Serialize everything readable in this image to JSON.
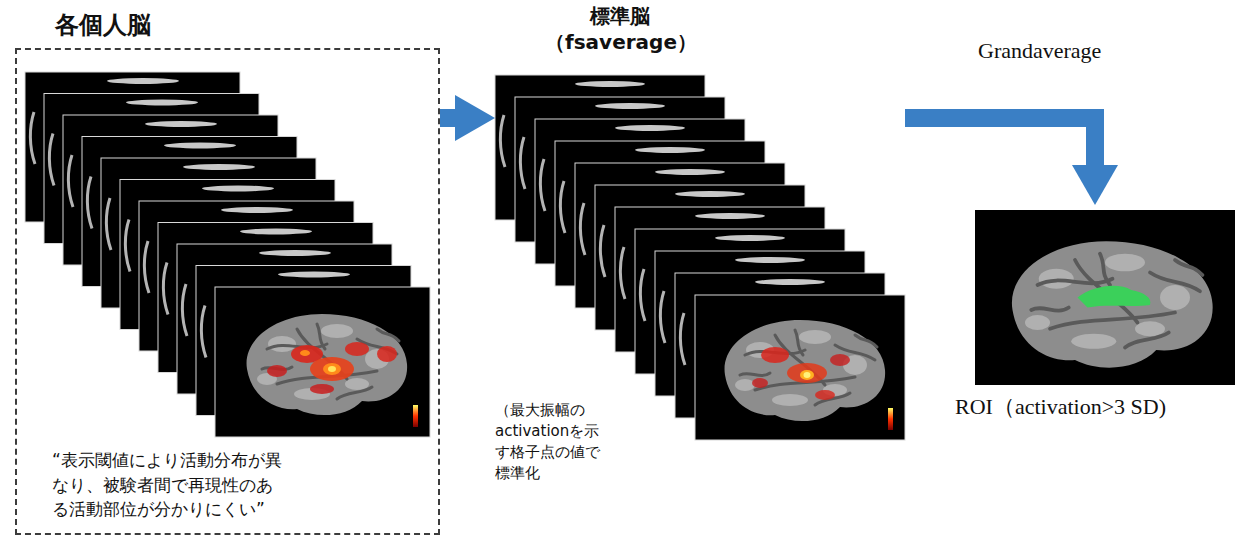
{
  "diagram": {
    "nodes": [
      {
        "text": [
          "各個人脳",
          "“表示閾値により活動分布が異なり、被験者間で再現性のある活動部位が分かりにくい”"
        ]
      },
      {
        "text": [
          "標準脳 （fsaverage）",
          "（最大振幅のactivationを示す格子点の値で標準化"
        ]
      },
      {
        "text": [
          "ROI（activation>3 SD)"
        ]
      }
    ],
    "edges": [
      {
        "from": 0,
        "to": 1,
        "arrow": "to"
      },
      {
        "from": 1,
        "to": 2,
        "arrow": "to",
        "label": "Grandaverage"
      }
    ]
  }
}
